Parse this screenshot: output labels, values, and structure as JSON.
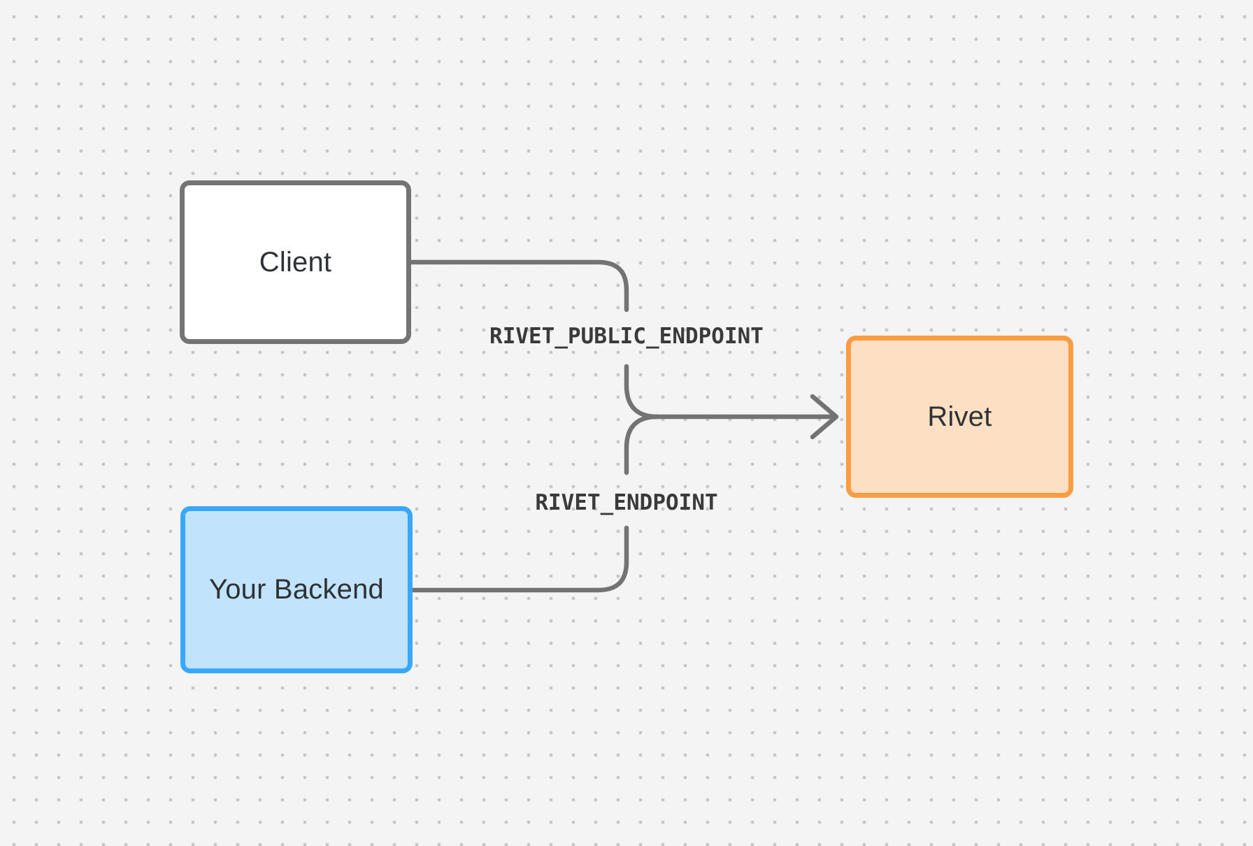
{
  "canvas": {
    "background_color": "#f4f4f4",
    "dot_grid_color": "#c7c7c7",
    "connector_color": "#737373"
  },
  "nodes": [
    {
      "id": "client",
      "label": "Client",
      "fill": "#ffffff",
      "border": "#747474",
      "text_color": "#2e3235"
    },
    {
      "id": "your-backend",
      "label": "Your Backend",
      "fill": "#c2e3fc",
      "border": "#3aa8fa",
      "text_color": "#2e3235"
    },
    {
      "id": "rivet",
      "label": "Rivet",
      "fill": "#fde0c3",
      "border": "#f99c44",
      "text_color": "#2e3235"
    }
  ],
  "edges": {
    "label_color": "#3a3a3a",
    "labels": [
      {
        "id": "rivet-public-endpoint",
        "text": "RIVET_PUBLIC_ENDPOINT"
      },
      {
        "id": "rivet-endpoint",
        "text": "RIVET_ENDPOINT"
      }
    ]
  }
}
